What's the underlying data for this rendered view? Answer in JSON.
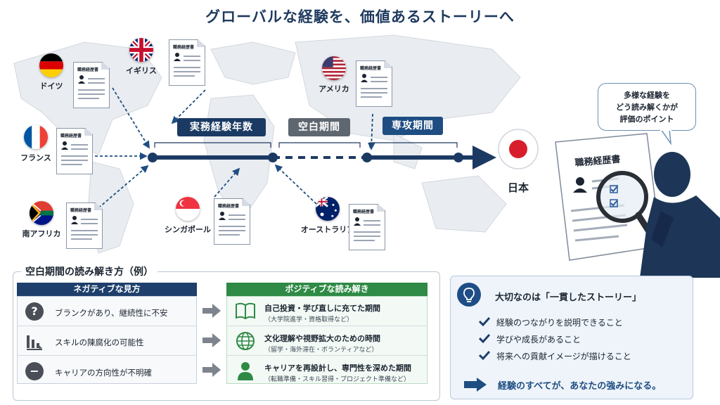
{
  "title": "グローバルな経験を、価値あるストーリーへ",
  "resume_label": "職務経歴書",
  "countries": {
    "germany": "ドイツ",
    "uk": "イギリス",
    "usa": "アメリカ",
    "france": "フランス",
    "south_africa": "南アフリカ",
    "singapore": "シンガポール",
    "australia": "オーストラリア"
  },
  "timeline": {
    "work_years": "実務経験年数",
    "blank_period": "空白期間",
    "major_period": "専攻期間"
  },
  "japan_label": "日本",
  "bubble": {
    "line1": "多様な経験を",
    "line2": "どう読み解くかが",
    "line3": "評価のポイント"
  },
  "interpretation": {
    "title": "空白期間の読み解き方（例）",
    "negative_header": "ネガティブな見方",
    "positive_header": "ポジティブな読み解き",
    "negatives": [
      {
        "icon": "question-icon",
        "text": "ブランクがあり、継続性に不安"
      },
      {
        "icon": "declining-chart-icon",
        "text": "スキルの陳腐化の可能性"
      },
      {
        "icon": "minus-icon",
        "text": "キャリアの方向性が不明確"
      }
    ],
    "positives": [
      {
        "icon": "book-icon",
        "main": "自己投資・学び直しに充てた期間",
        "sub": "（大学院進学・資格取得など）"
      },
      {
        "icon": "globe-icon",
        "main": "文化理解や視野拡大のための時間",
        "sub": "（留学・海外滞在・ボランティアなど）"
      },
      {
        "icon": "person-icon",
        "main": "キャリアを再設計し、専門性を深めた期間",
        "sub": "（転職準備・スキル習得・プロジェクト準備など）"
      }
    ]
  },
  "story": {
    "title": "大切なのは「一貫したストーリー」",
    "checks": [
      "経験のつながりを説明できること",
      "学びや成長があること",
      "将来への貢献イメージが描けること"
    ],
    "conclusion": "経験のすべてが、あなたの強みになる。"
  },
  "colors": {
    "navy": "#1b3a63",
    "gray": "#5e6670",
    "blue": "#1e4d82",
    "green": "#2e8a45",
    "japan_red": "#d81e2c"
  }
}
